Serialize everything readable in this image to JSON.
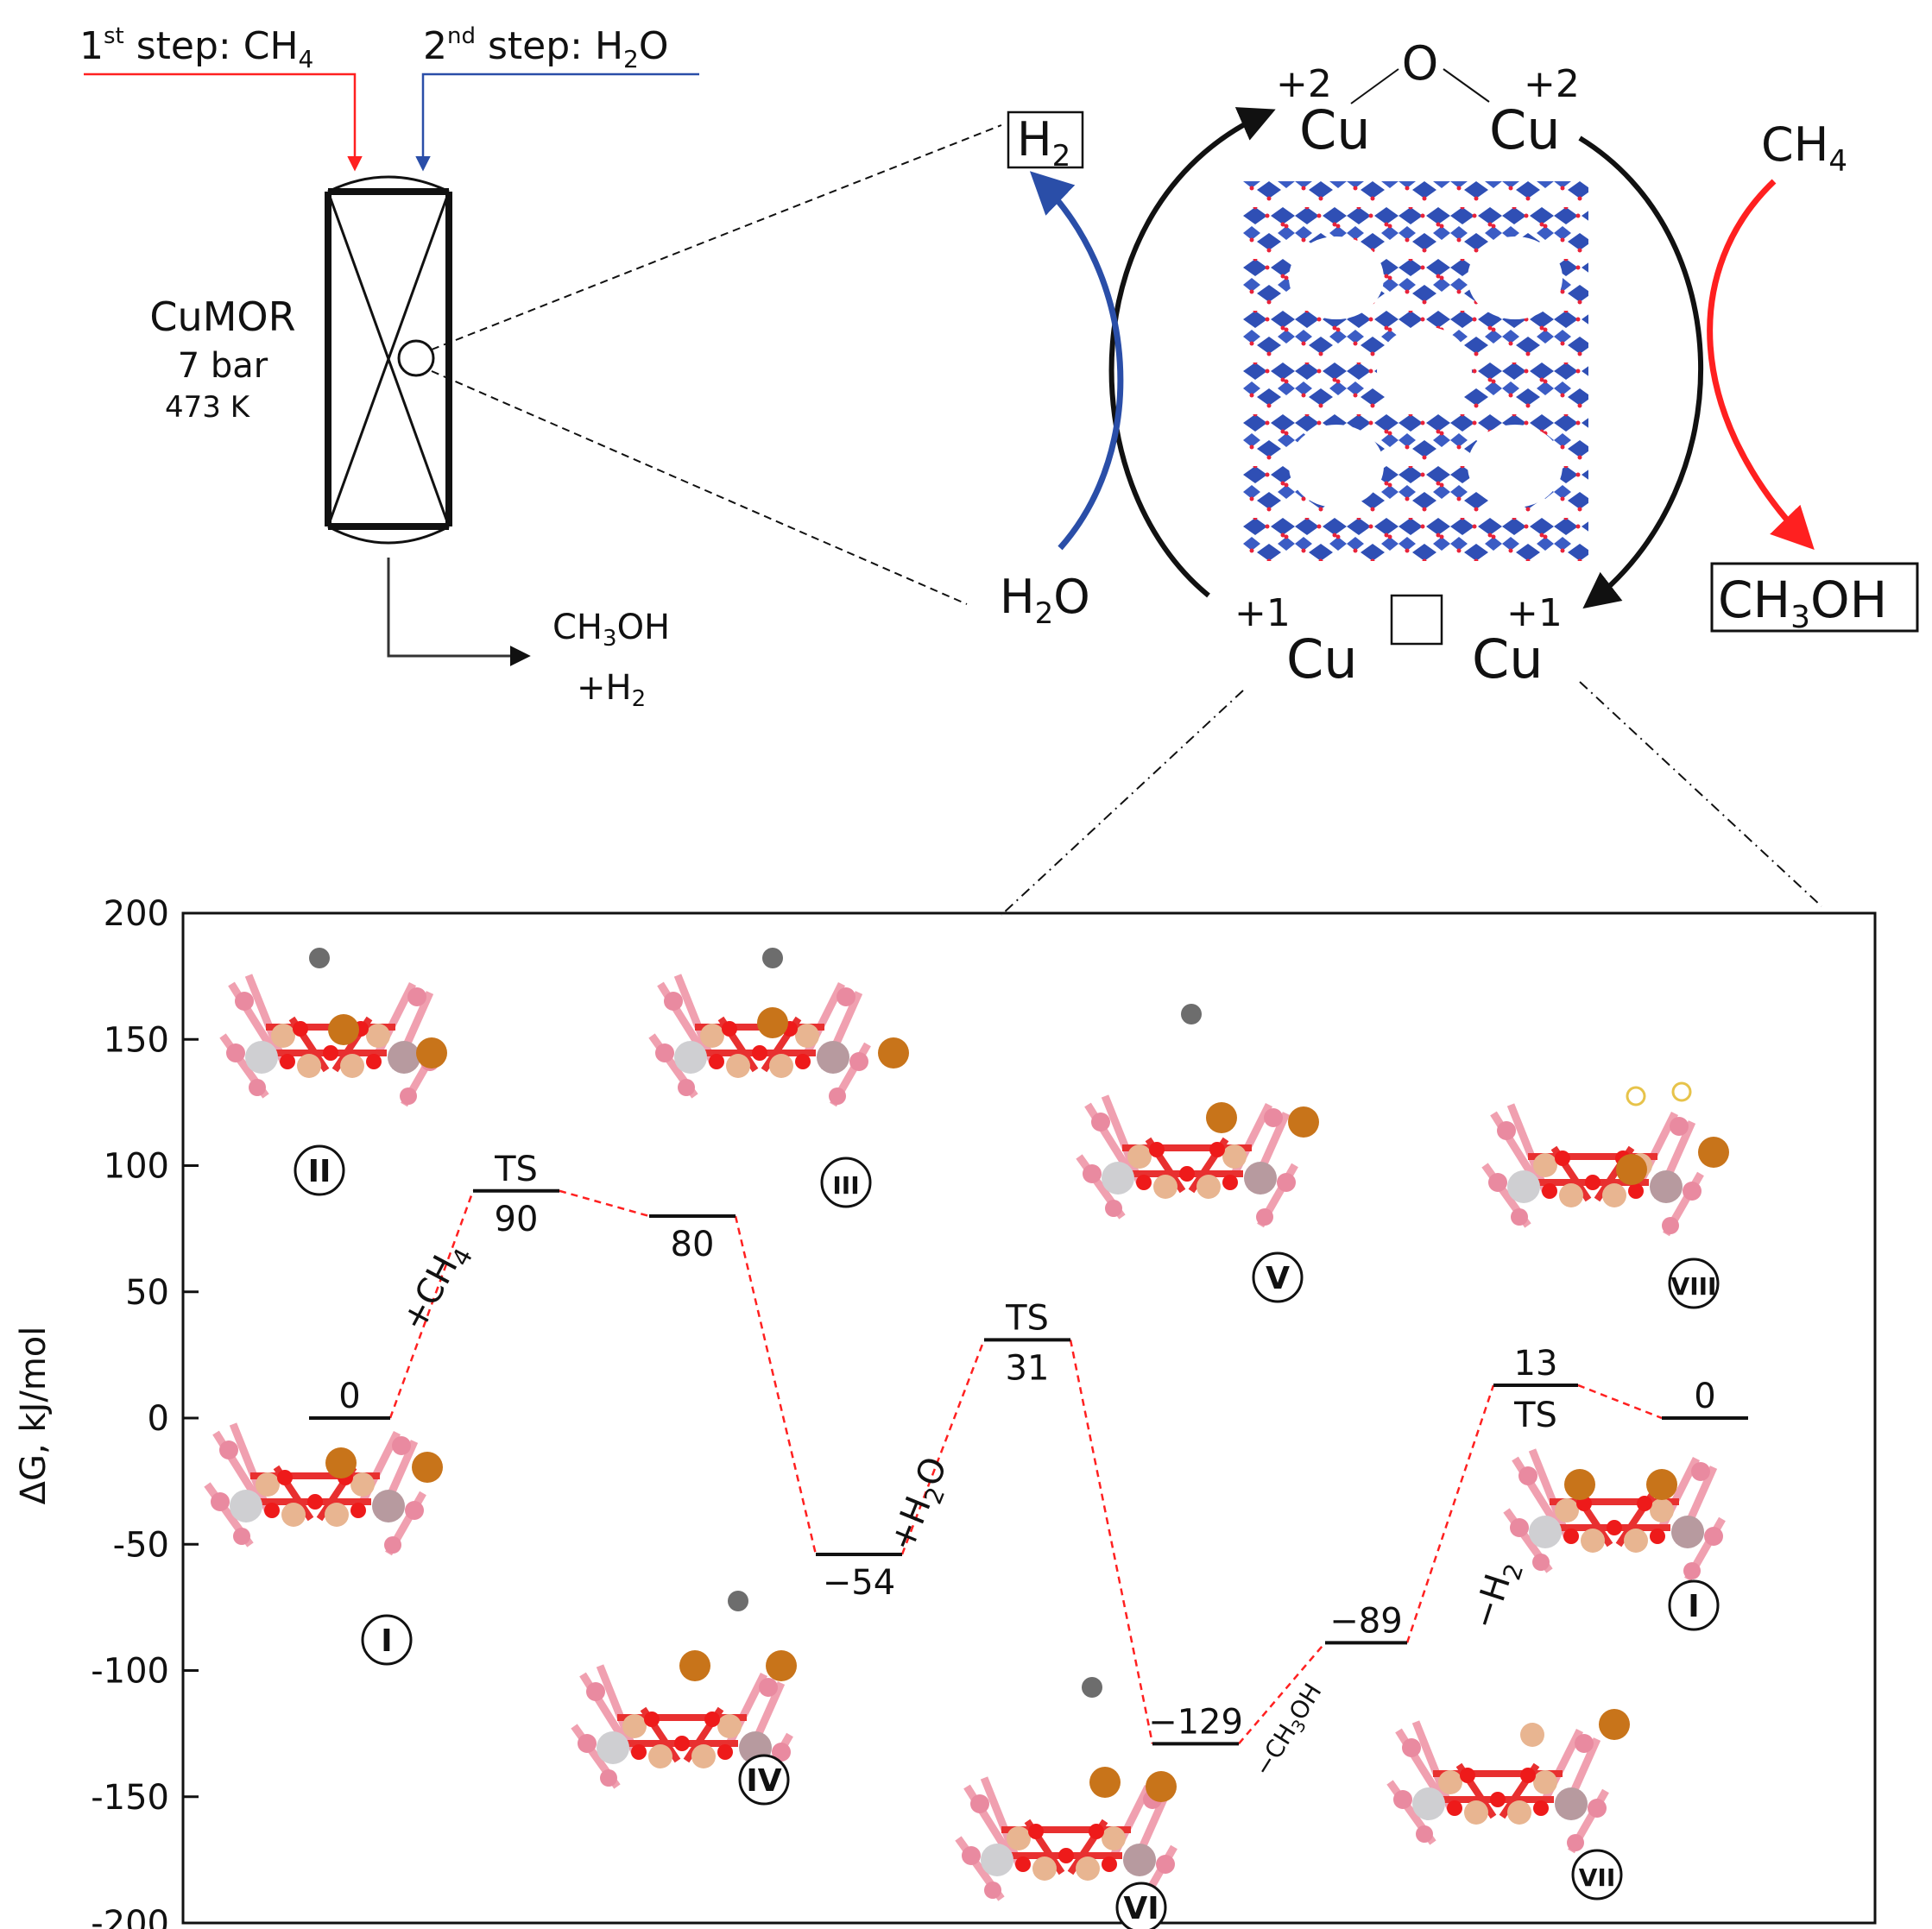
{
  "reactor": {
    "step1_label": "1st step: CH4",
    "step1": {
      "prefix": "1",
      "sup": "st",
      "text": " step: CH",
      "sub": "4"
    },
    "step2_label": "2nd step: H2O",
    "step2": {
      "prefix": "2",
      "sup": "nd",
      "text": " step: H",
      "sub": "2",
      "tail": "O"
    },
    "catalyst": "CuMOR",
    "pressure": "7 bar",
    "temperature": "473 K",
    "product_line1": "CH3OH",
    "product_line2": "+H2",
    "step1_color": "#ff2020",
    "step2_color": "#2a4ea8"
  },
  "cycle": {
    "bridge_atom": "O",
    "cu_left_top": "Cu",
    "cu_right_top": "Cu",
    "ox_left_top": "+2",
    "ox_right_top": "+2",
    "cu_left_bottom": "Cu",
    "cu_right_bottom": "Cu",
    "ox_left_bottom": "+1",
    "ox_right_bottom": "+1",
    "h2_product": "H2",
    "h2o_reactant": "H2O",
    "ch4_reactant": "CH4",
    "ch3oh_product": "CH3OH",
    "zeolite_color": "#2f4fb5",
    "oxygen_color": "#e8233a",
    "water_arrow_color": "#2a4ea8",
    "methane_arrow_color": "#ff2020"
  },
  "chart_data": {
    "type": "energy-profile",
    "ylabel": "ΔG, kJ/mol",
    "ylim": [
      -200,
      200
    ],
    "yticks": [
      200,
      150,
      100,
      50,
      0,
      -50,
      -100,
      -150,
      -200
    ],
    "ytick_labels": [
      "200",
      "150",
      "100",
      "50",
      "0",
      "-50",
      "-100",
      "-150",
      "-200"
    ],
    "levels": [
      {
        "state": "I",
        "value": 0,
        "label": "0"
      },
      {
        "state": "TS",
        "value": 90,
        "label": "90",
        "ts": true
      },
      {
        "state": "III",
        "value": 80,
        "label": "80"
      },
      {
        "state": "IV",
        "value": -54,
        "label": "-54"
      },
      {
        "state": "TS",
        "value": 31,
        "label": "31",
        "ts": true
      },
      {
        "state": "VI",
        "value": -129,
        "label": "-129"
      },
      {
        "state": "VII",
        "value": -89,
        "label": "-89"
      },
      {
        "state": "TS",
        "value": 13,
        "label": "13",
        "ts": true
      },
      {
        "state": "I",
        "value": 0,
        "label": "0"
      }
    ],
    "step_labels": [
      "+CH4",
      "+H2O",
      "-CH3OH",
      "-H2"
    ],
    "ts_label": "TS",
    "structure_labels": [
      "I",
      "II",
      "III",
      "IV",
      "V",
      "VI",
      "VII",
      "VIII",
      "I"
    ],
    "connector_color": "#ff2020",
    "grid": false
  }
}
